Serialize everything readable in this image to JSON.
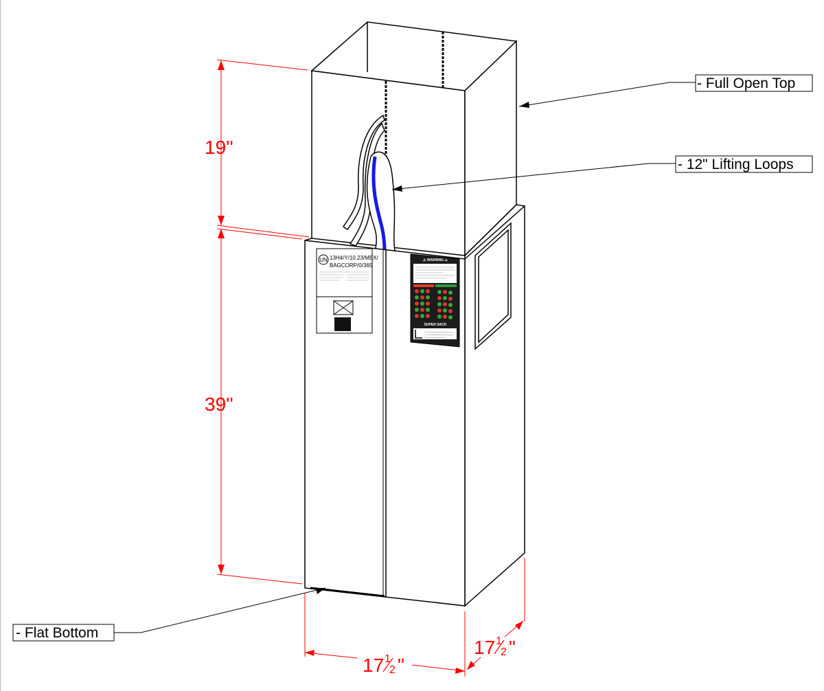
{
  "callouts": {
    "full_open_top": "- Full Open Top",
    "lifting_loops": "- 12\" Lifting Loops",
    "flat_bottom": "- Flat Bottom"
  },
  "dimensions": {
    "top_height": "19''",
    "body_height": "39''",
    "width_whole": "17",
    "width_unit": "\"",
    "depth_whole": "17",
    "depth_unit": "\"",
    "fraction_num": "1",
    "fraction_den": "2"
  },
  "un_label": {
    "line1": "13H4/Y/10.23/MEX/",
    "line2": "BAGCORP/0/365"
  },
  "warning_label": {
    "header": "⚠ WARNING ⚠",
    "footer": "SUPER SACK"
  },
  "colors": {
    "dimension": "#ff0000",
    "lifting_loop_stripe": "#1a1ae6",
    "outline": "#000000"
  }
}
